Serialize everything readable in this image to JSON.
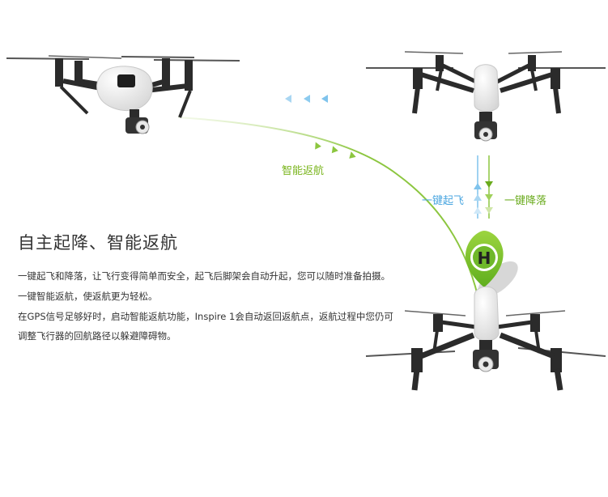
{
  "labels": {
    "smart_rth": "智能返航",
    "one_key_takeoff": "一键起飞",
    "one_key_landing": "一键降落"
  },
  "marker": {
    "letter": "H"
  },
  "content": {
    "heading": "自主起降、智能返航",
    "paragraphs": [
      "一键起飞和降落，让飞行变得简单而安全，起飞后脚架会自动升起，您可以随时准备拍摄。",
      "一键智能返航，使返航更为轻松。",
      "在GPS信号足够好时，启动智能返航功能，Inspire 1会自动返回返航点，返航过程中您仍可",
      "调整飞行器的回航路径以躲避障碍物。"
    ]
  },
  "colors": {
    "green": "#8cc63f",
    "green_dark": "#5a8f1e",
    "blue": "#7fc3ec",
    "drone_body": "#f4f4f4",
    "drone_arm": "#2b2b2b"
  },
  "drones": [
    {
      "name": "drone-top-left",
      "state": "arms-up"
    },
    {
      "name": "drone-top-right",
      "state": "landing-gear-down"
    },
    {
      "name": "drone-bottom-right",
      "state": "landing-gear-down"
    }
  ]
}
